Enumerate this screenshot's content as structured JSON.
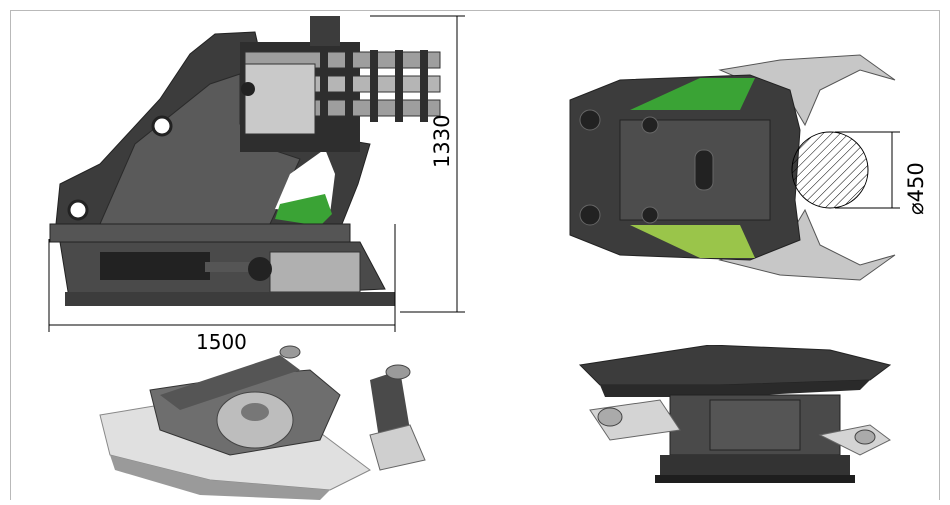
{
  "dimensions": {
    "width": "1500",
    "height": "1330",
    "diameter": "⌀450"
  },
  "colors": {
    "body": "#3c3c3c",
    "body_light": "#6e6e6e",
    "accent_green": "#3aa335",
    "blade": "#bfbfbf",
    "blade_light": "#dcdcdc",
    "hatch": "#000000"
  }
}
